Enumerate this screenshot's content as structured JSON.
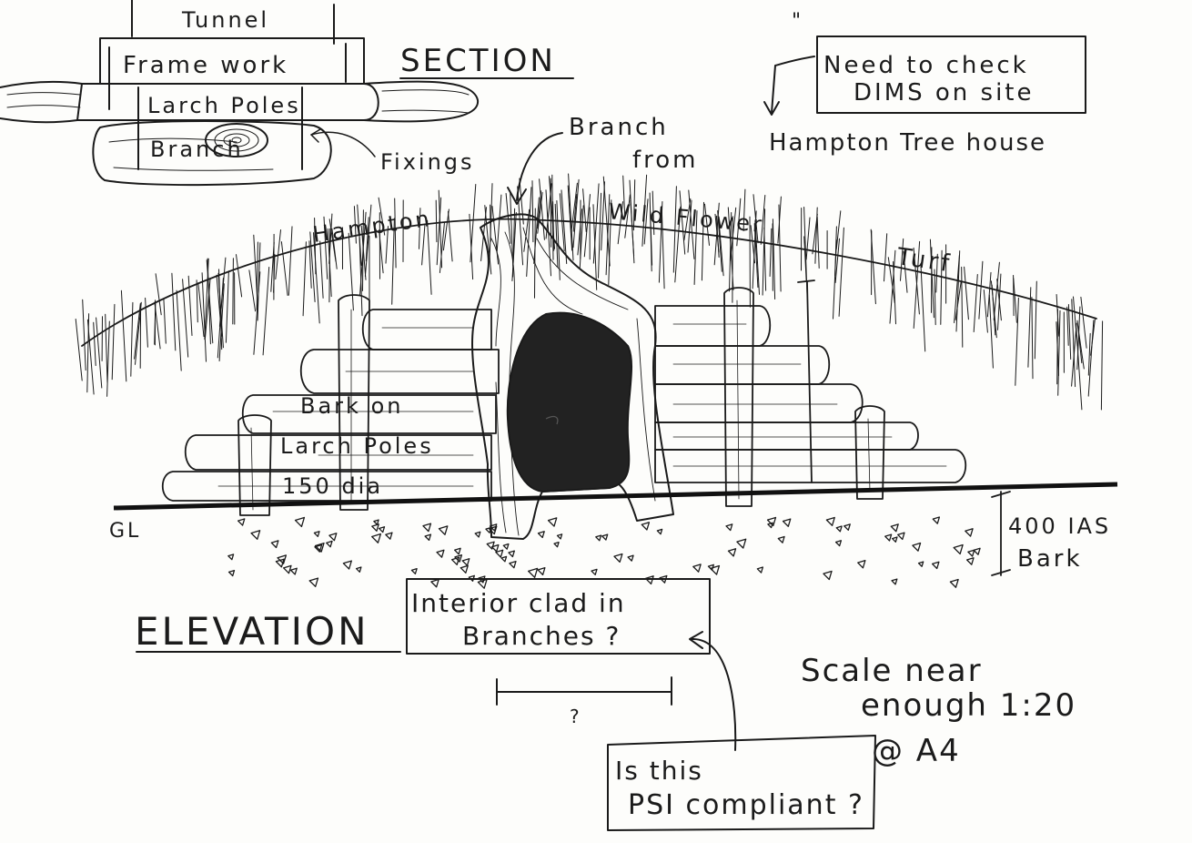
{
  "section": {
    "title": "SECTION",
    "labels": {
      "tunnel": "Tunnel",
      "framework": "Frame work",
      "larch_poles": "Larch Poles",
      "branch": "Branch",
      "fixings": "Fixings"
    }
  },
  "notes": {
    "check_line1": "Need to check",
    "check_line2": "DIMS on site",
    "ditto": "\"",
    "treehouse": "Hampton Tree house",
    "branch_from_1": "Branch",
    "branch_from_2": "from",
    "hampton": "Hampton",
    "wildflower": "Wild Flower",
    "turf": "Turf",
    "bark_1": "Bark on",
    "bark_2": "Larch Poles",
    "bark_3": "150 dia",
    "gl": "GL",
    "ias_1": "400 IAS",
    "ias_2": "Bark",
    "q_mark": "?"
  },
  "elevation": {
    "title": "ELEVATION",
    "interior_1": "Interior clad in",
    "interior_2": "Branches ?",
    "scale_1": "Scale near",
    "scale_2": "enough 1:20",
    "scale_3": "@ A4",
    "psi_1": "Is this",
    "psi_2": "PSI compliant ?"
  },
  "colors": {
    "ink": "#1a1a1a",
    "paper": "#fdfdfb",
    "door": "#222222"
  }
}
